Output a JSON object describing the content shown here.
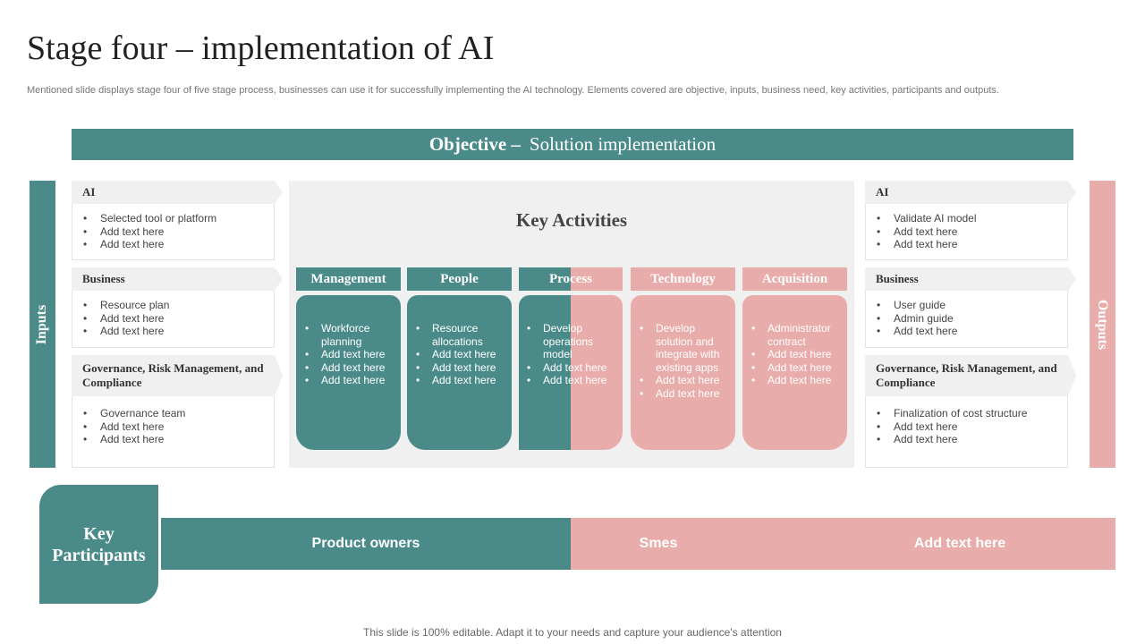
{
  "title": "Stage four – implementation of AI",
  "subtitle": "Mentioned slide displays stage four of five stage process, businesses can use it for successfully implementing the AI technology. Elements covered are objective, inputs, business need, key activities, participants and outputs.",
  "objective": {
    "label": "Objective –",
    "value": "Solution implementation"
  },
  "inputs_label": "Inputs",
  "outputs_label": "Outputs",
  "inputs": [
    {
      "heading": "AI",
      "items": [
        "Selected tool or platform",
        "Add text here",
        "Add text here"
      ]
    },
    {
      "heading": "Business",
      "items": [
        "Resource plan",
        "Add text here",
        "Add text here"
      ]
    },
    {
      "heading": "Governance, Risk Management, and Compliance",
      "items": [
        "Governance team",
        "Add text here",
        "Add text here"
      ]
    }
  ],
  "outputs": [
    {
      "heading": "AI",
      "items": [
        "Validate AI model",
        "Add text here",
        "Add text here"
      ]
    },
    {
      "heading": "Business",
      "items": [
        "User guide",
        "Admin guide",
        "Add text here"
      ]
    },
    {
      "heading": "Governance, Risk Management, and Compliance",
      "items": [
        "Finalization of cost structure",
        "Add text here",
        "Add text here"
      ]
    }
  ],
  "key_activities": {
    "title": "Key Activities",
    "columns": [
      {
        "heading": "Management",
        "items": [
          "Workforce planning",
          "Add text here",
          "Add text here",
          "Add text here"
        ]
      },
      {
        "heading": "People",
        "items": [
          "Resource allocations",
          "Add text here",
          "Add text here",
          "Add text here"
        ]
      },
      {
        "heading": "Process",
        "items": [
          "Develop operations model",
          "Add text here",
          "Add text here"
        ]
      },
      {
        "heading": "Technology",
        "items": [
          "Develop solution and integrate with existing apps",
          "Add text here",
          "Add text here"
        ]
      },
      {
        "heading": "Acquisition",
        "items": [
          "Administrator contract",
          "Add text here",
          "Add text here",
          "Add text here"
        ]
      }
    ]
  },
  "key_participants": {
    "label_line1": "Key",
    "label_line2": "Participants",
    "items": [
      "Product owners",
      "Smes",
      "Add text here"
    ]
  },
  "footer": "This slide is 100% editable. Adapt it to your needs and capture your audience's attention",
  "colors": {
    "teal": "#4a8b89",
    "pink": "#e8adab",
    "panel": "#f0f0f0"
  }
}
